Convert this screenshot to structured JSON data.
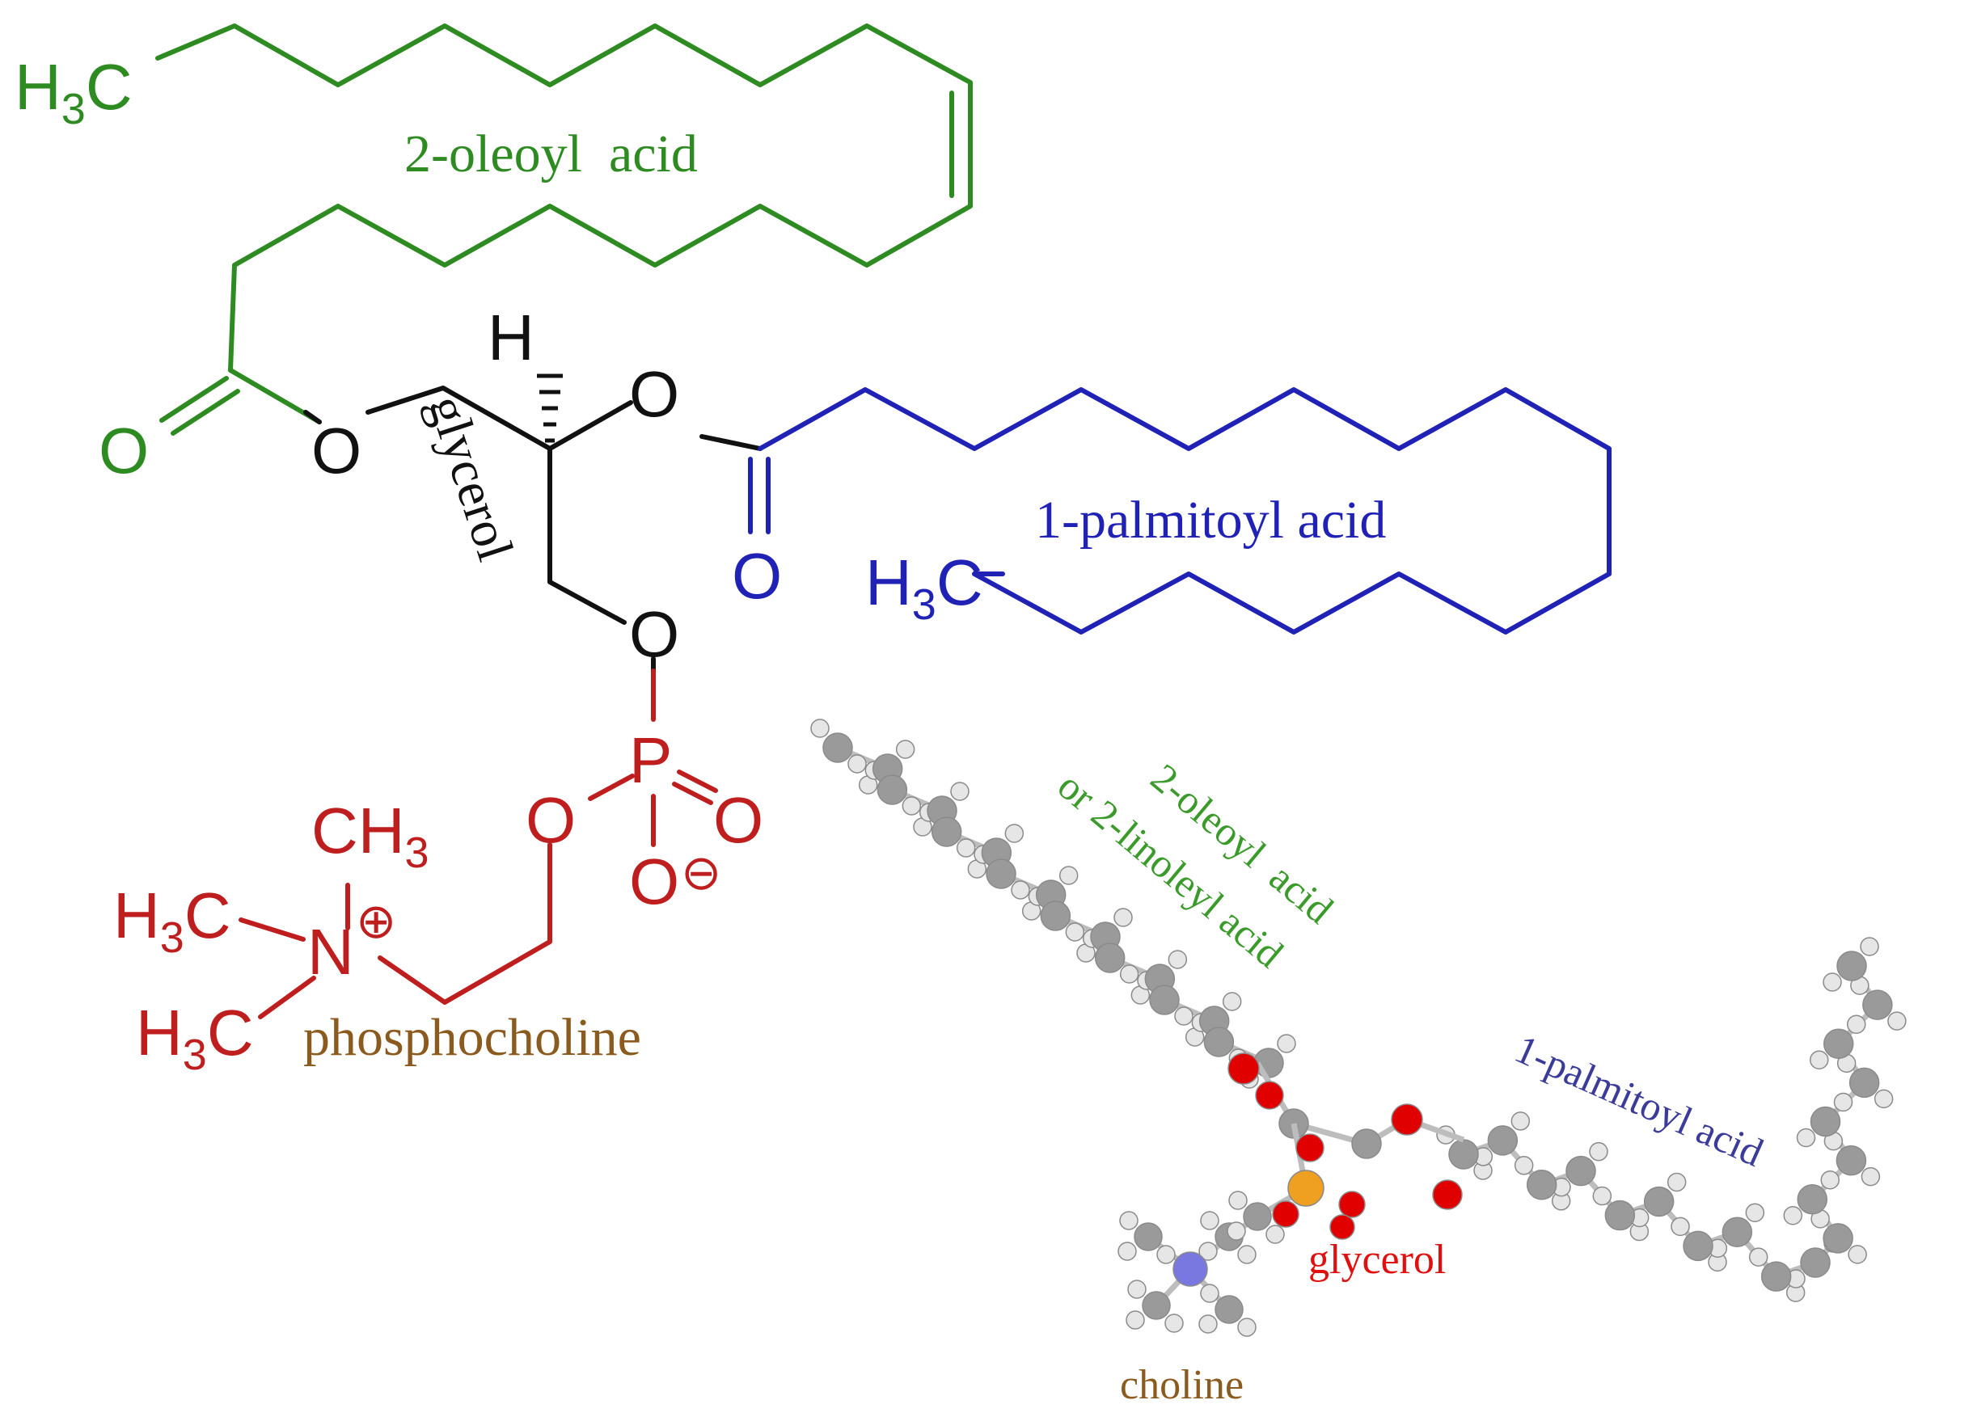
{
  "colors": {
    "oleoyl": "#2e8b22",
    "palmitoyl": "#1f22b4",
    "glycerol": "#111111",
    "phosphocholine": "#bf1e1e",
    "phosphocholine_label": "#8b5a1e",
    "model_glycerol": "#e01010",
    "model_choline": "#8b5a1e",
    "carbon": "#9a9a9a",
    "hydrogen": "#e6e6e6",
    "oxygen": "#e00000",
    "phosphorus": "#f0a020",
    "nitrogen": "#7878e0"
  },
  "structure": {
    "oleoyl": {
      "methyl_H": "H",
      "methyl_sub": "3",
      "methyl_C": "C",
      "carbonyl_O": "O",
      "label": "2-oleoyl  acid"
    },
    "glycerol": {
      "ester_O_left": "O",
      "ester_O_right": "O",
      "phosphate_O": "O",
      "H": "H",
      "label": "glycerol"
    },
    "palmitoyl": {
      "carbonyl_O": "O",
      "methyl_H": "H",
      "methyl_sub": "3",
      "methyl_C": "C",
      "label": "1-palmitoyl acid"
    },
    "phosphocholine": {
      "P": "P",
      "O_double": "O",
      "O_bridge": "O",
      "O_minus": "O",
      "minus": "⊖",
      "N": "N",
      "plus": "⊕",
      "CH3_top_C": "CH",
      "CH3_top_sub": "3",
      "methyl_H": "H",
      "methyl_sub": "3",
      "methyl_C": "C",
      "label": "phosphocholine"
    }
  },
  "model": {
    "oleoyl_label_1": "2-oleoyl  acid",
    "oleoyl_label_2": "or 2-linoleyl acid",
    "palmitoyl_label": "1-palmitoyl acid",
    "glycerol_label": "glycerol",
    "choline_label": "choline"
  }
}
